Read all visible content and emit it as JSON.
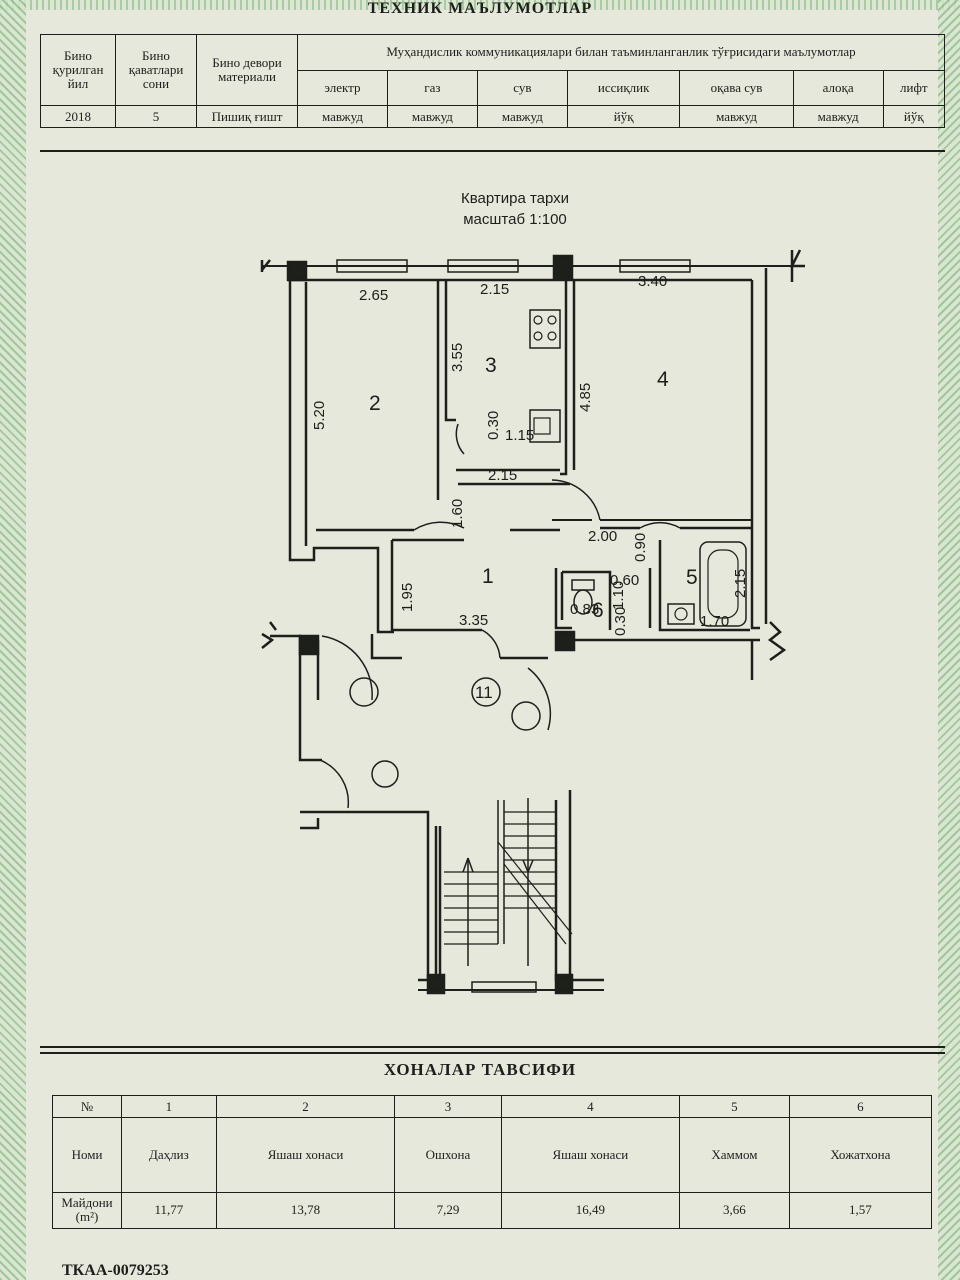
{
  "header": {
    "title": "ТЕХНИК МАЪЛУМОТЛАР"
  },
  "tech": {
    "headers": {
      "year": "Бино қурилган йил",
      "floors": "Бино қаватлари сони",
      "wall": "Бино девори материали",
      "utilities": "Муҳандислик коммуникациялари билан таъминланганлик тўғрисидаги маълумотлар"
    },
    "utility_names": [
      "электр",
      "газ",
      "сув",
      "иссиқлик",
      "оқава сув",
      "алоқа",
      "лифт"
    ],
    "values": {
      "year": "2018",
      "floors": "5",
      "wall": "Пишиқ ғишт",
      "utilities": [
        "мавжуд",
        "мавжуд",
        "мавжуд",
        "йўқ",
        "мавжуд",
        "мавжуд",
        "йўқ"
      ]
    }
  },
  "plan": {
    "title": "Квартира тархи",
    "scale": "масштаб 1:100",
    "dims": [
      "2.65",
      "2.15",
      "3.40",
      "5.20",
      "3.55",
      "4.85",
      "0.30",
      "1.15",
      "2.15",
      "1.60",
      "2.00",
      "0.90",
      "1.95",
      "3.35",
      "0.60",
      "0.83",
      "1.10",
      "0.30",
      "2.15",
      "1.70"
    ],
    "room_numbers": [
      "1",
      "2",
      "3",
      "4",
      "5",
      "6",
      "11"
    ]
  },
  "rooms": {
    "title": "ХОНАЛАР ТАВСИФИ",
    "headers": {
      "no": "№",
      "name": "Номи",
      "area": "Майдони",
      "area_unit": "(m²)"
    },
    "numbers": [
      "1",
      "2",
      "3",
      "4",
      "5",
      "6"
    ],
    "names": [
      "Даҳлиз",
      "Яшаш хонаси",
      "Ошхона",
      "Яшаш хонаси",
      "Хаммом",
      "Хожатхона"
    ],
    "areas": [
      "11,77",
      "13,78",
      "7,29",
      "16,49",
      "3,66",
      "1,57"
    ]
  },
  "footer": {
    "code": "ТКАА-0079253"
  }
}
